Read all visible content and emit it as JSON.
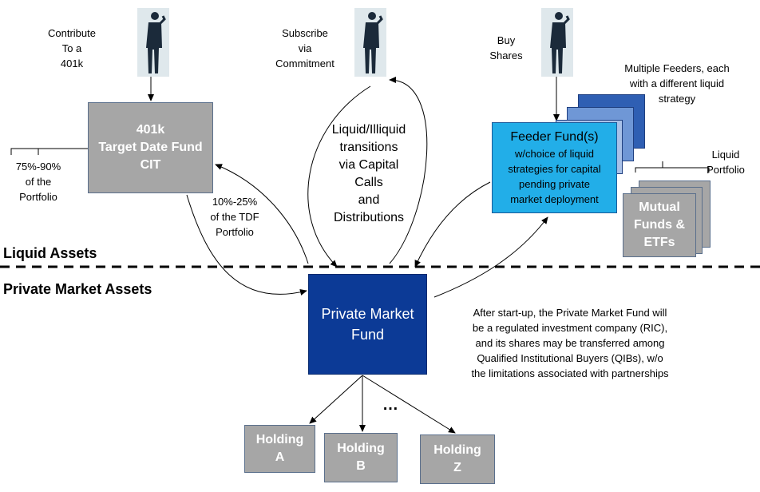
{
  "investors": {
    "contribute_label": [
      "Contribute",
      "To a",
      "401k"
    ],
    "subscribe_label": [
      "Subscribe",
      "via",
      "Commitment"
    ],
    "buy_label": [
      "Buy",
      "Shares"
    ]
  },
  "tdf_box": {
    "lines": [
      "401k",
      "Target Date Fund",
      "CIT"
    ]
  },
  "tdf_allocation": [
    "75%-90%",
    "of the",
    "Portfolio"
  ],
  "tdf_to_pmf": [
    "10%-25%",
    "of the TDF",
    "Portfolio"
  ],
  "transitions": [
    "Liquid/Illiquid",
    "transitions",
    "via Capital",
    "Calls",
    "and",
    "Distributions"
  ],
  "feeder_box": {
    "title": "Feeder Fund(s)",
    "lines": [
      "w/choice of liquid",
      "strategies for capital",
      "pending private",
      "market deployment"
    ]
  },
  "feeders_note": [
    "Multiple Feeders, each",
    "with a different liquid",
    "strategy"
  ],
  "liquid_portfolio": [
    "Liquid",
    "Portfolio"
  ],
  "mutual_funds": {
    "lines": [
      "Mutual",
      "Funds &",
      "ETFs"
    ]
  },
  "sections": {
    "liquid": "Liquid Assets",
    "private": "Private Market Assets"
  },
  "pmf_box": {
    "lines": [
      "Private Market",
      "Fund"
    ]
  },
  "ric_note": [
    "After start-up, the Private Market Fund will",
    "be a regulated investment company (RIC),",
    "and its shares may be transferred among",
    "Qualified Institutional Buyers (QIBs), w/o",
    "the limitations associated with partnerships"
  ],
  "holdings": [
    {
      "name": "Holding",
      "id": "A"
    },
    {
      "name": "Holding",
      "id": "B"
    },
    {
      "name": "Holding",
      "id": "Z"
    }
  ],
  "ellipsis": "…",
  "colors": {
    "navy": "#0c3a96",
    "feeder": "#22aee8",
    "gray": "#a6a6a6",
    "feeder_back1": "#2f5fb3",
    "feeder_back2": "#6f97d6",
    "feeder_back3": "#a9c1e8"
  }
}
